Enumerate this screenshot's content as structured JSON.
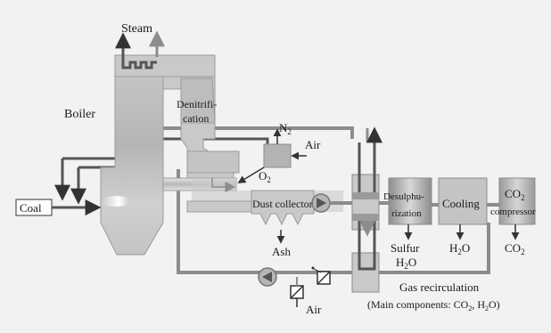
{
  "labels": {
    "steam": "Steam",
    "boiler": "Boiler",
    "denitrification_1": "Denitrifi-",
    "denitrification_2": "cation",
    "n2_base": "N",
    "n2_sub": "2",
    "air_top": "Air",
    "o2_base": "O",
    "o2_sub": "2",
    "coal": "Coal",
    "dust_collector": "Dust collector",
    "ash": "Ash",
    "desulph_1": "Desulphu-",
    "desulph_2": "rization",
    "sulfur": "Sulfur",
    "h2o_a_base": "H",
    "h2o_a_sub": "2",
    "h2o_a_tail": "O",
    "cooling": "Cooling",
    "h2o_b_base": "H",
    "h2o_b_sub": "2",
    "h2o_b_tail": "O",
    "co2_comp_base": "CO",
    "co2_comp_sub": "2",
    "compressor": "compressor",
    "co2_out_base": "CO",
    "co2_out_sub": "2",
    "air_bottom": "Air",
    "gas_recirculation": "Gas recirculation",
    "main_components_a": "(Main components: CO",
    "main_components_sub1": "2",
    "main_components_b": ", H",
    "main_components_sub2": "2",
    "main_components_c": "O)"
  },
  "colors": {
    "background": "#f2f2f2",
    "equipment_fill": "#c9c9c9",
    "equipment_stroke": "#9a9a9a",
    "pipe": "#8c8c8c",
    "pipe_dark": "#555555",
    "text": "#1a1a1a"
  }
}
